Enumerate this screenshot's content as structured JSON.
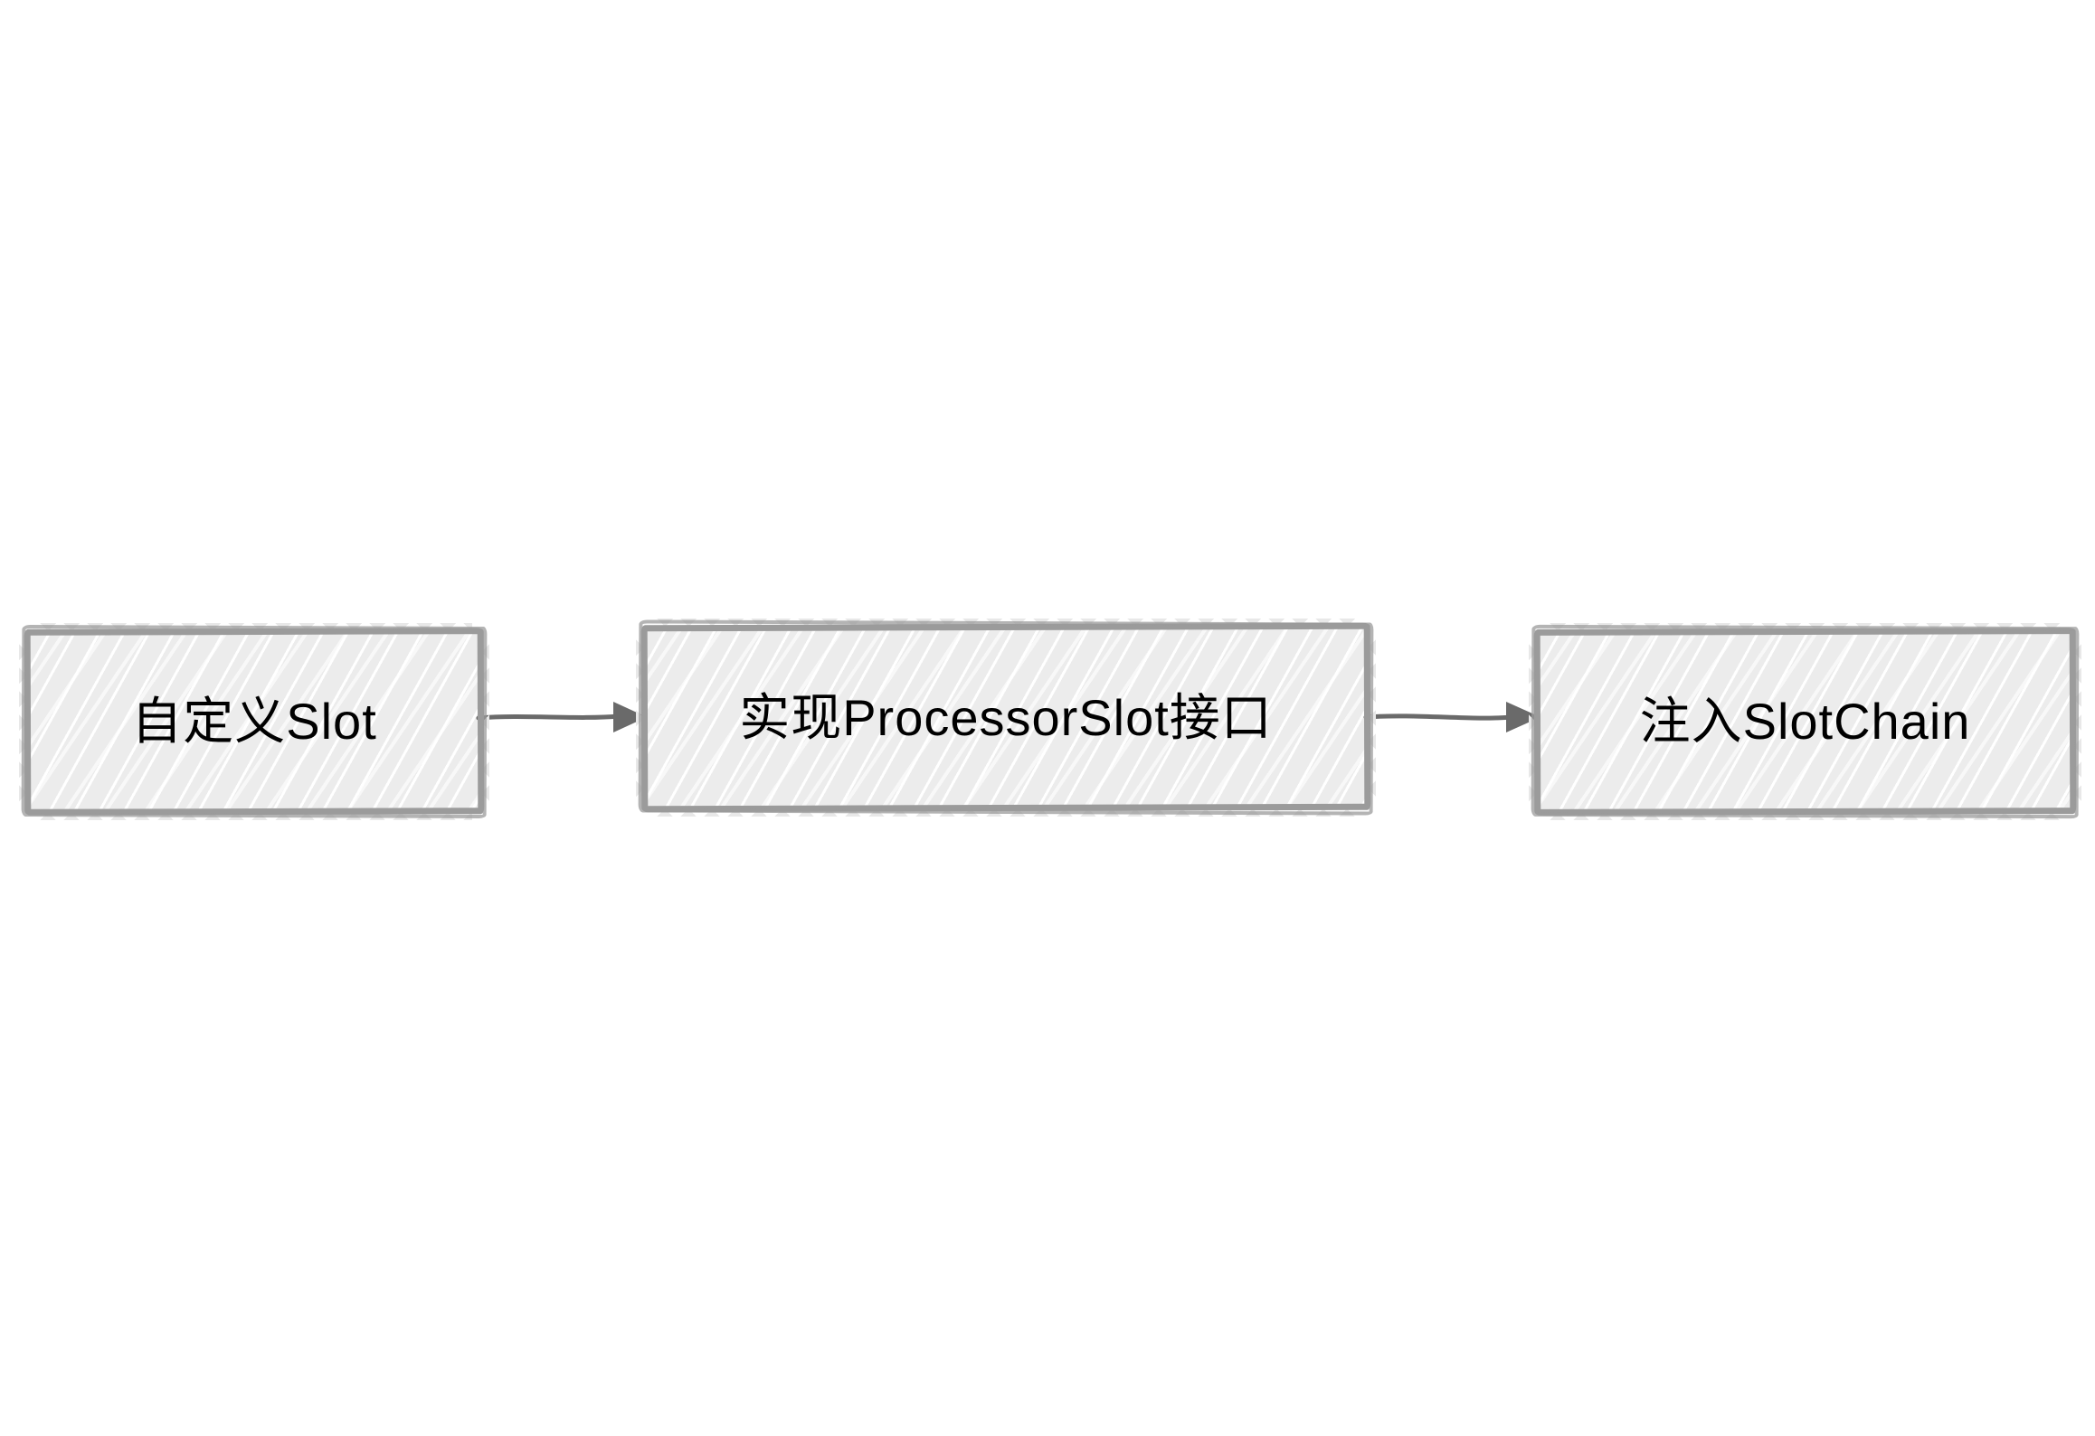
{
  "diagram": {
    "type": "flowchart",
    "style": "hand-drawn-sketch",
    "nodes": [
      {
        "label": "自定义Slot"
      },
      {
        "label": "实现ProcessorSlot接口"
      },
      {
        "label": "注入SlotChain"
      }
    ],
    "connectors": [
      {
        "from": "自定义Slot",
        "to": "实现ProcessorSlot接口",
        "direction": "right"
      },
      {
        "from": "实现ProcessorSlot接口",
        "to": "注入SlotChain",
        "direction": "right"
      }
    ],
    "colors": {
      "canvas_background": "#ffffff",
      "node_fill": "#ececec",
      "node_hatch_line": "#ffffff",
      "node_border": "#9b9b9b",
      "connector": "#6a6a6a",
      "label_text": "#000000"
    }
  }
}
